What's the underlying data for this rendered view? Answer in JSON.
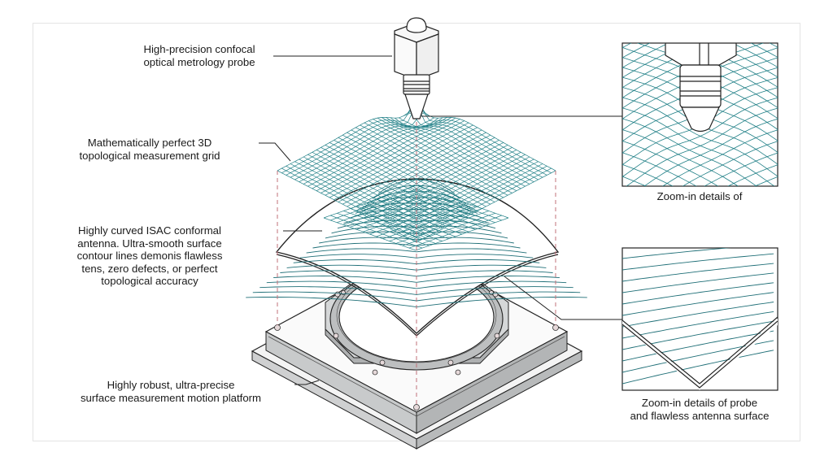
{
  "diagram": {
    "labels": {
      "probe": [
        "High-precision confocal",
        "optical metrology probe"
      ],
      "grid": [
        "Mathematically perfect 3D",
        "topological measurement grid"
      ],
      "antenna": [
        "Highly curved ISAC conformal",
        "antenna. Ultra-smooth surface",
        "contour lines demonis flawless",
        "tens, zero defects, or perfect",
        "topological accuracy"
      ],
      "platform": [
        "Highly robust, ultra-precise",
        "surface measurement motion platform"
      ],
      "inset_top_caption": "Zoom-in details of",
      "inset_bottom_caption": [
        "Zoom-in details of probe",
        "and flawless antenna surface"
      ]
    },
    "colors": {
      "grid": "#1f7f86",
      "grid_light": "#bfe6e8",
      "contour": "#1f6f77",
      "guide_dashed": "#c0707a",
      "outline": "#222222",
      "platform_fill": "#c9cbcc",
      "platform_light": "#e9eaea",
      "frame": "#e4e4e4"
    },
    "components": [
      "confocal-probe",
      "measurement-grid",
      "conformal-antenna",
      "motion-platform",
      "inset-probe-grid",
      "inset-antenna-edge"
    ]
  }
}
